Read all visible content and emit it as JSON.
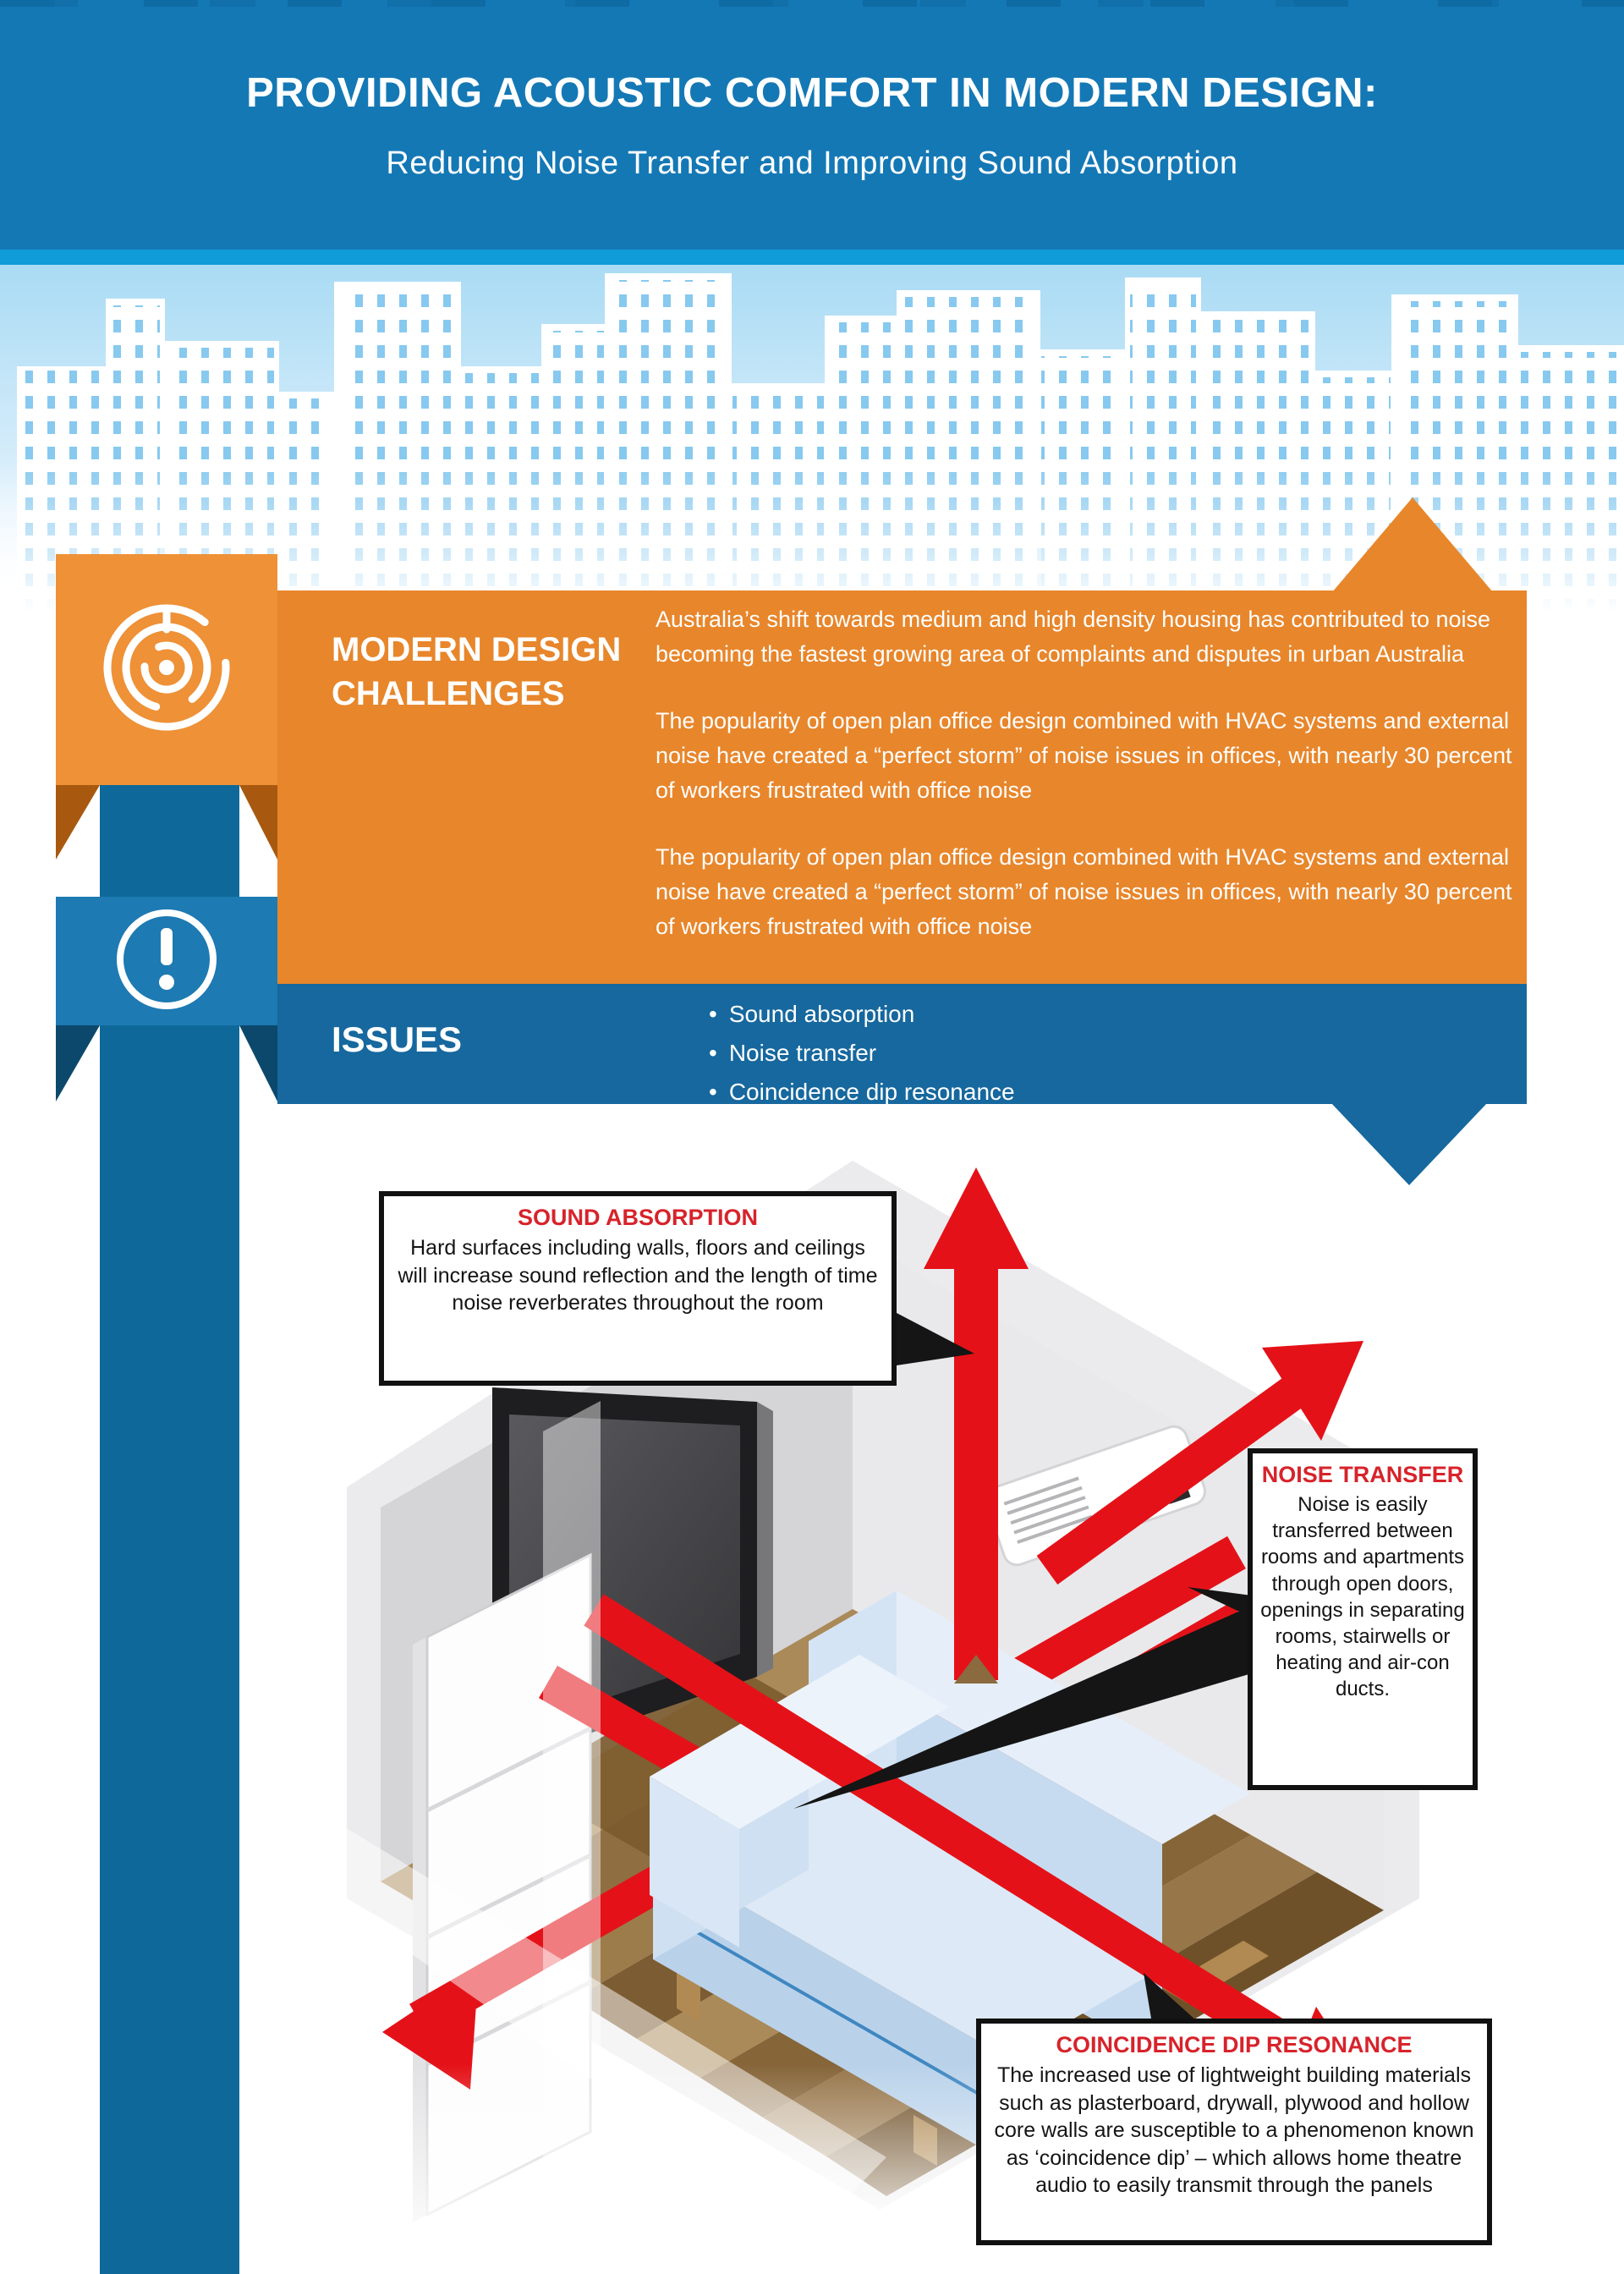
{
  "header": {
    "title": "PROVIDING ACOUSTIC COMFORT IN MODERN DESIGN:",
    "subtitle": "Reducing Noise Transfer and Improving Sound Absorption"
  },
  "sections": {
    "challenges": {
      "heading": "MODERN DESIGN CHALLENGES",
      "icon": "maze-icon",
      "paragraphs": [
        "Australia’s shift towards medium and high density housing has contributed to noise becoming the fastest growing area of complaints and disputes in urban Australia",
        "The popularity of open plan office design combined with HVAC systems and external noise have created a “perfect storm” of noise issues in offices, with nearly 30 percent of workers frustrated with office noise",
        "The popularity of open plan office design combined with HVAC systems and external noise have created a “perfect storm” of noise issues in offices, with nearly 30 percent of workers frustrated with office noise"
      ]
    },
    "issues": {
      "heading": "ISSUES",
      "icon": "exclamation-icon",
      "bullets": [
        "Sound absorption",
        "Noise transfer",
        "Coincidence dip resonance"
      ]
    }
  },
  "callouts": {
    "sound_absorption": {
      "title": "SOUND ABSORPTION",
      "body": "Hard surfaces including walls, floors and ceilings will increase sound reflection and the length of time noise reverberates throughout the room"
    },
    "noise_transfer": {
      "title": "NOISE TRANSFER",
      "body": "Noise  is easily transferred between rooms and apartments through open doors, openings in separating rooms, stairwells or heating and air-con ducts."
    },
    "coincidence_dip": {
      "title": "COINCIDENCE DIP RESONANCE",
      "body": "The increased use of lightweight building materials such as plasterboard, drywall, plywood and hollow core walls are susceptible to a phenomenon known as ‘coincidence dip’ – which allows home theatre audio to easily transmit through the panels"
    }
  },
  "colors": {
    "header_blue": "#1478b5",
    "cyan_strip": "#0f9cd8",
    "sky_blue": "#a9dbf4",
    "orange": "#e8862b",
    "banner_blue": "#16689e",
    "ribbon_blue": "#0e6899",
    "arrow_red": "#e41218",
    "callout_title_red": "#d7232b"
  }
}
